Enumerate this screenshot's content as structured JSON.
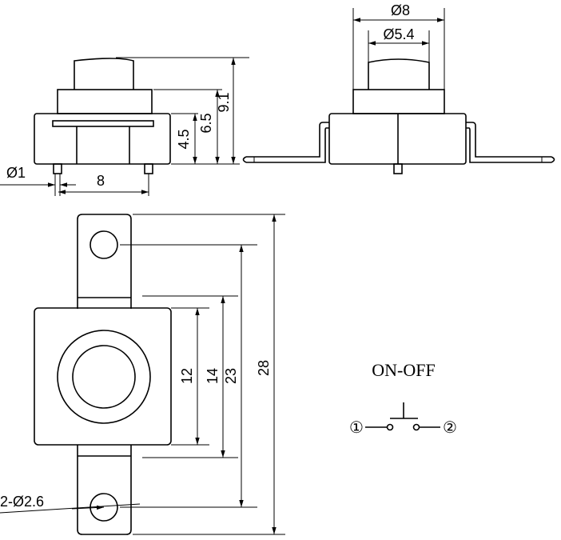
{
  "dimensions": {
    "pin_dia": "Ø1",
    "pin_spacing": "8",
    "height_base": "4.5",
    "height_body": "6.5",
    "height_total": "9.1",
    "outer_dia": "Ø8",
    "inner_dia": "Ø5.4",
    "inner_square": "12",
    "body_square": "14",
    "hole_spacing": "23",
    "total_length": "28",
    "holes": "2-Ø2.6"
  },
  "schematic": {
    "title": "ON-OFF",
    "terminal1": "①",
    "terminal2": "②"
  }
}
